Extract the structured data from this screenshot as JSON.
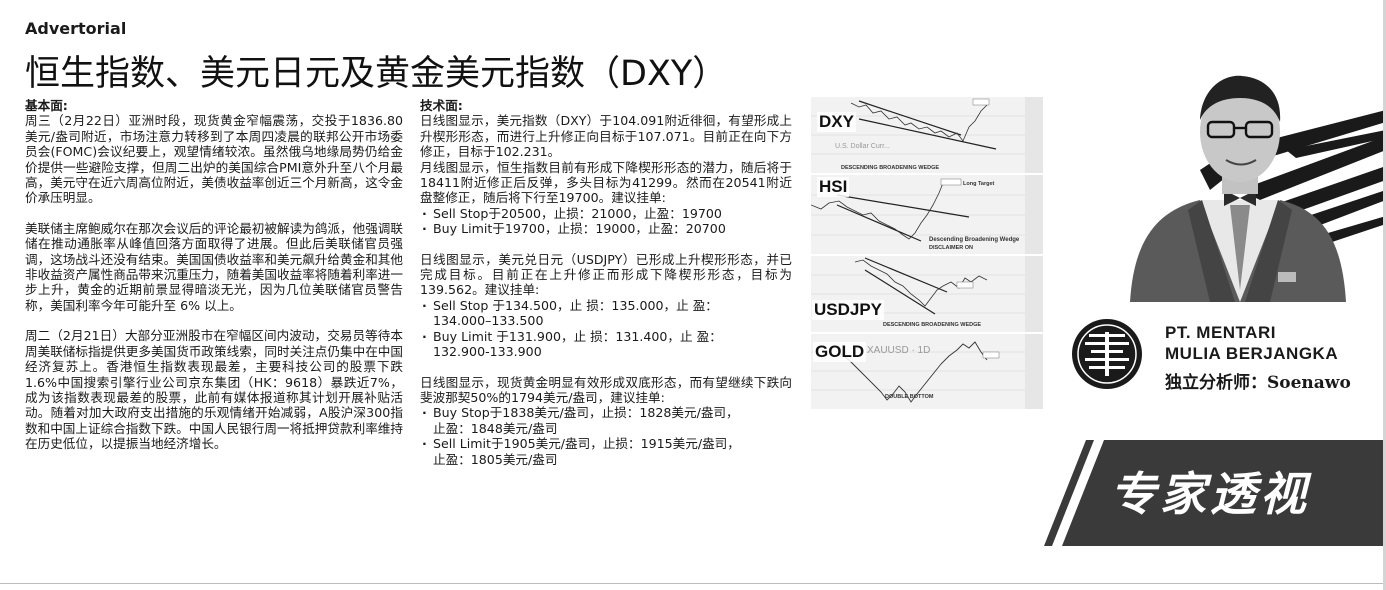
{
  "header": {
    "label": "Advertorial",
    "headline": "恒生指数、美元日元及黄金美元指数（DXY）"
  },
  "fundamental": {
    "heading": "基本面:",
    "paragraphs": [
      "周三（2月22日）亚洲时段，现货黄金窄幅震荡，交投于1836.80美元/盎司附近，市场注意力转移到了本周四凌晨的联邦公开市场委员会(FOMC)会议纪要上，观望情绪较浓。虽然俄乌地缘局势仍给金价提供一些避险支撑，但周二出炉的美国综合PMI意外升至八个月最高，美元守在近六周高位附近，美债收益率创近三个月新高，这令金价承压明显。",
      "美联储主席鲍威尔在那次会议后的评论最初被解读为鸽派，他强调联储在推动通胀率从峰值回落方面取得了进展。但此后美联储官员强调，这场战斗还没有结束。美国国债收益率和美元飙升给黄金和其他非收益资产属性商品带来沉重压力，随着美国收益率将随着利率进一步上升，黄金的近期前景显得暗淡无光，因为几位美联储官员警告称，美国利率今年可能升至 6% 以上。",
      "周二（2月21日）大部分亚洲股市在窄幅区间内波动，交易员等待本周美联储标指提供更多美国货币政策线索，同时关注点仍集中在中国经济复苏上。香港恒生指数表现最差，主要科技公司的股票下跌1.6%中国搜索引擎行业公司京东集团（HK：9618）暴跌近7%，成为该指数表现最差的股票，此前有媒体报道称其计划开展补贴活动。随着对加大政府支出措施的乐观情绪开始减弱，A股沪深300指数和中国上证综合指数下跌。中国人民银行周一将抵押贷款利率维持在历史低位，以提振当地经济增长。"
    ]
  },
  "technical": {
    "heading": "技术面:",
    "dxy": "日线图显示，美元指数（DXY）于104.091附近徘徊，有望形成上升楔形形态，而进行上升修正向目标于107.071。目前正在向下方修正，目标于102.231。",
    "hsi": "月线图显示，恒生指数目前有形成下降楔形形态的潜力，随后将于18411附近修正后反弹，多头目标为41299。然而在20541附近盘整修正，随后将下行至19700。建议挂单:",
    "hsi_orders": [
      "Sell Stop于20500，止损：21000，止盈：19700",
      "Buy Limit于19700，止损：19000，止盈：20700"
    ],
    "usdjpy": "日线图显示，美元兑日元（USDJPY）已形成上升楔形形态，并已完成目标。目前正在上升修正而形成下降楔形形态，目标为139.562。建议挂单:",
    "usdjpy_orders": [
      {
        "main": "Sell Stop 于134.500，止 损：135.000，止 盈：",
        "sub": "134.000–133.500"
      },
      {
        "main": "Buy Limit 于131.900，止 损：131.400，止 盈：",
        "sub": "132.900-133.900"
      }
    ],
    "gold": "日线图显示，现货黄金明显有效形成双底形态，而有望继续下跌向斐波那契50%的1794美元/盎司，建议挂单:",
    "gold_orders": [
      {
        "main": "Buy Stop于1838美元/盎司，止损：1828美元/盎司，",
        "sub": "止盈：1848美元/盎司"
      },
      {
        "main": "Sell Limit于1905美元/盎司，止损：1915美元/盎司，",
        "sub": "止盈：1805美元/盎司"
      }
    ]
  },
  "charts": [
    {
      "label": "DXY",
      "note": "DESCENDING BROADENING WEDGE",
      "watermark": "U.S. Dollar Curr..."
    },
    {
      "label": "HSI",
      "note": "Descending Broadening Wedge",
      "note2": "DISCLAIMER ON",
      "target": "Long Target"
    },
    {
      "label": "USDJPY",
      "note": "DESCENDING BROADENING WEDGE"
    },
    {
      "label": "GOLD",
      "note": "DOUBLE BOTTOM",
      "watermark": "XAUUSD · 1D"
    }
  ],
  "company": {
    "line1": "PT. MENTARI",
    "line2": "MULIA BERJANGKA",
    "analyst": "独立分析师：Soenawo"
  },
  "banner": {
    "text": "专家透视"
  },
  "colors": {
    "ink": "#1a1a1a",
    "banner": "#3a3a3a",
    "chart_bg": "#f2f2f2"
  }
}
